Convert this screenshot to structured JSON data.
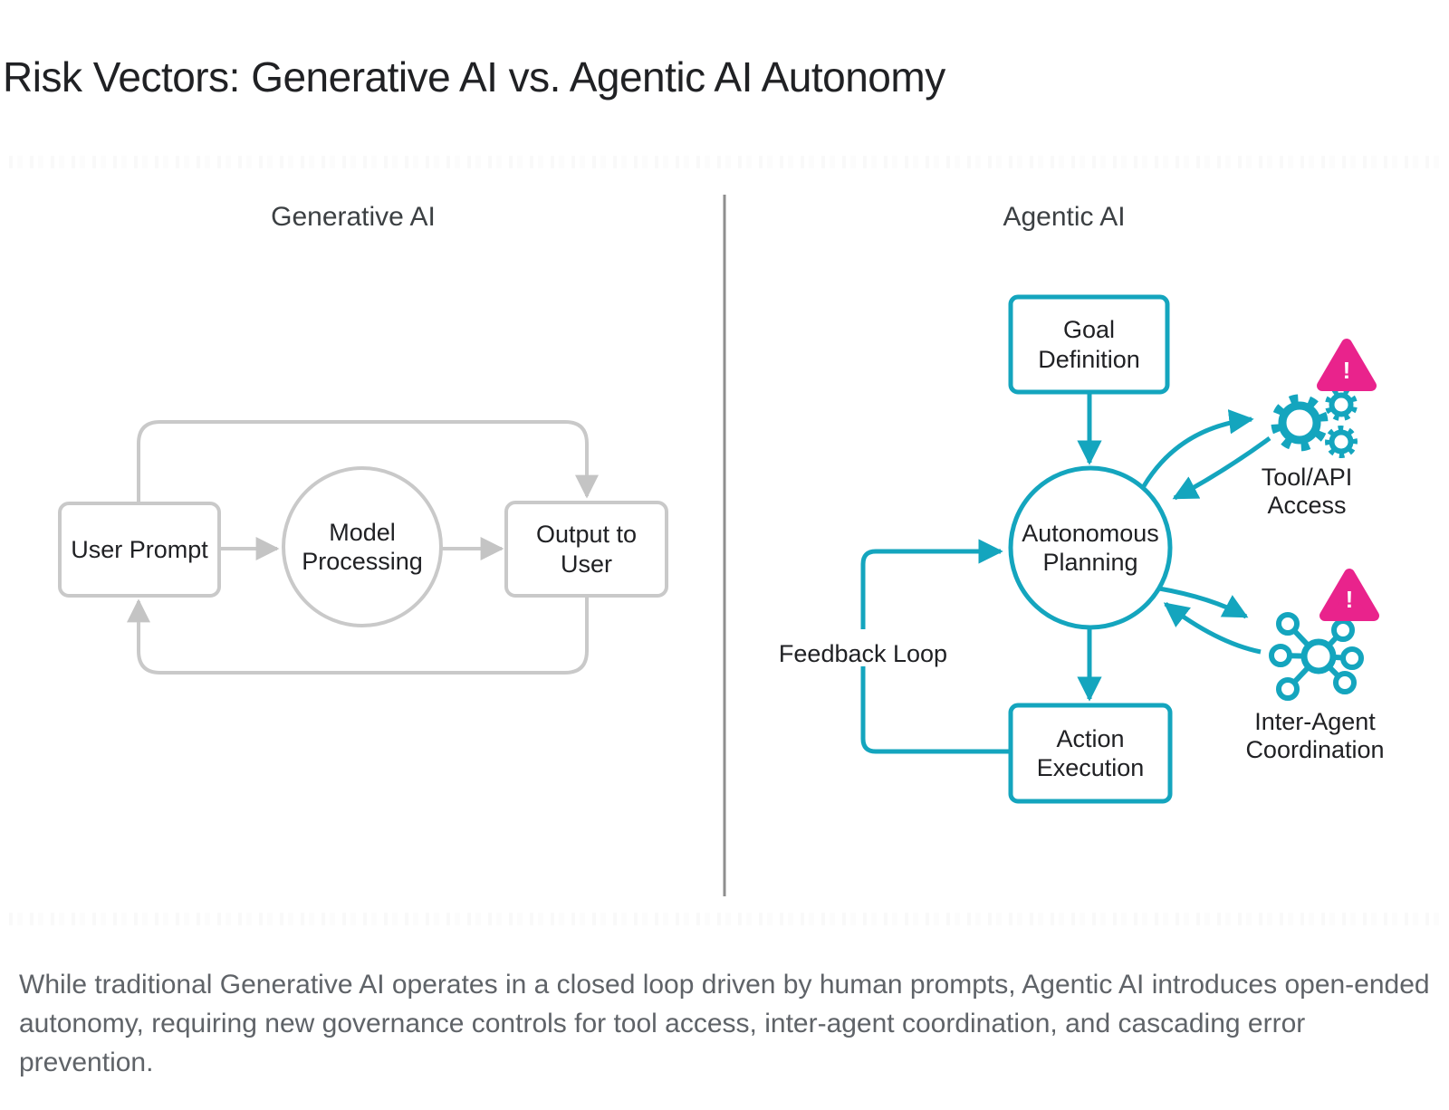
{
  "page": {
    "title": "Risk Vectors: Generative AI vs. Agentic AI Autonomy"
  },
  "diagram": {
    "left_panel": {
      "heading": "Generative AI",
      "user_prompt_label": "User Prompt",
      "model_processing_label": "Model Processing",
      "output_label": "Output to User"
    },
    "right_panel": {
      "heading": "Agentic AI",
      "goal_label": "Goal Definition",
      "planning_label": "Autonomous Planning",
      "action_label": "Action Execution",
      "feedback_label": "Feedback Loop",
      "tool_api_label": "Tool/API Access",
      "inter_agent_label": "Inter-Agent Coordination",
      "warning_mark": "!"
    }
  },
  "caption": {
    "lines": [
      "While traditional Generative AI operates in a closed loop driven by human prompts, Agentic AI introduces open-ended",
      "autonomy, requiring new governance controls for tool access, inter-agent coordination, and cascading error",
      "prevention."
    ]
  },
  "colors": {
    "teal": "#14A5BE",
    "pink": "#E9238C",
    "gray_stroke": "#C9C9C9",
    "divider_gray": "#8E8E8E",
    "heading_text": "#3C4043",
    "node_text": "#202124",
    "caption_text": "#5F6368"
  }
}
